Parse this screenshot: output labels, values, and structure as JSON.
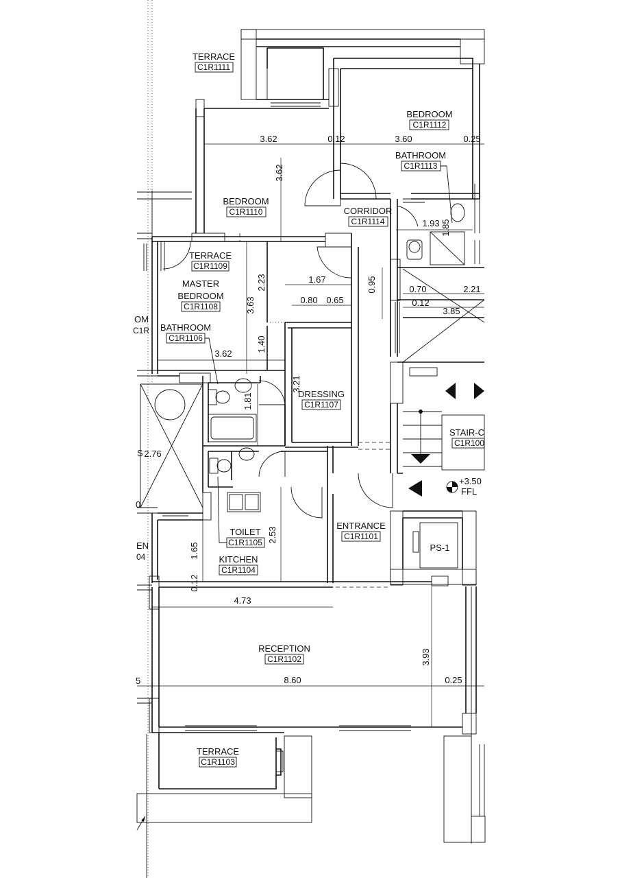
{
  "rooms": {
    "terrace_1111": {
      "name": "TERRACE",
      "code": "C1R1111"
    },
    "bedroom_1112": {
      "name": "BEDROOM",
      "code": "C1R1112"
    },
    "bathroom_1113": {
      "name": "BATHROOM",
      "code": "C1R1113"
    },
    "bedroom_1110": {
      "name": "BEDROOM",
      "code": "C1R1110"
    },
    "corridor_1114": {
      "name": "CORRIDOR",
      "code": "C1R1114"
    },
    "terrace_1109": {
      "name": "TERRACE",
      "code": "C1R1109"
    },
    "master_bedroom_1108": {
      "name_line1": "MASTER",
      "name_line2": "BEDROOM",
      "code": "C1R1108"
    },
    "bathroom_1106": {
      "name": "BATHROOM",
      "code": "C1R1106"
    },
    "dressing_1107": {
      "name": "DRESSING",
      "code": "C1R1107"
    },
    "stair_1100": {
      "name": "STAIR-C",
      "code": "C1R100"
    },
    "toilet_1105": {
      "name": "TOILET",
      "code": "C1R1105"
    },
    "kitchen_1104": {
      "name": "KITCHEN",
      "code": "C1R1104"
    },
    "entrance_1101": {
      "name": "ENTRANCE",
      "code": "C1R1101"
    },
    "reception_1102": {
      "name": "RECEPTION",
      "code": "C1R1102"
    },
    "terrace_1103": {
      "name": "TERRACE",
      "code": "C1R1103"
    }
  },
  "edge_labels": {
    "room_left_1": "OM",
    "code_left_1": "C1R",
    "room_left_2": "EN",
    "code_left_2": "04",
    "left_3": "5",
    "left_4": "0",
    "left_5": "S"
  },
  "equipment": {
    "ps1": "PS-1",
    "level": "+3.50",
    "ffl": "FFL"
  },
  "dimensions": {
    "d_3_62_top": "3.62",
    "d_0_12_top": "0.12",
    "d_3_60": "3.60",
    "d_0_25_top": "0.25",
    "d_3_62_vert_bedroom": "3.62",
    "d_1_93": "1.93",
    "d_1_85": "1.85",
    "d_2_23": "2.23",
    "d_3_63": "3.63",
    "d_1_67": "1.67",
    "d_0_80": "0.80",
    "d_0_65": "0.65",
    "d_0_95": "0.95",
    "d_0_70": "0.70",
    "d_2_21": "2.21",
    "d_0_12_mid": "0.12",
    "d_3_85": "3.85",
    "d_1_40": "1.40",
    "d_3_62_master": "3.62",
    "d_3_21": "3.21",
    "d_1_81": "1.81",
    "d_2_76": "2.76",
    "d_2_53": "2.53",
    "d_1_65": "1.65",
    "d_0_12_kitchen": "0.12",
    "d_4_73": "4.73",
    "d_3_93": "3.93",
    "d_8_60": "8.60",
    "d_0_25_bottom": "0.25"
  }
}
